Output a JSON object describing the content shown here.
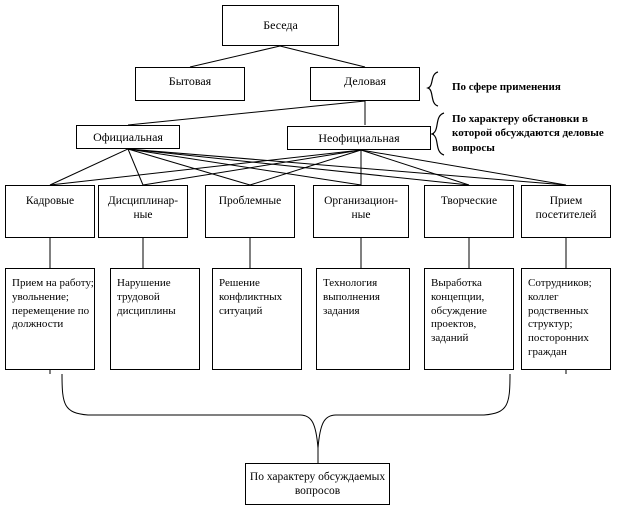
{
  "diagram": {
    "title_node": {
      "label": "Беседа"
    },
    "level1": [
      {
        "label": "Бытовая"
      },
      {
        "label": "Деловая"
      }
    ],
    "level2": [
      {
        "label": "Официальная"
      },
      {
        "label": "Неофициальная"
      }
    ],
    "categories": [
      {
        "label": "Кадровые"
      },
      {
        "label": "Дисциплинар-\nные"
      },
      {
        "label": "Проблемные"
      },
      {
        "label": "Организацион-\nные"
      },
      {
        "label": "Творческие"
      },
      {
        "label": "Прием\nпосетителей"
      }
    ],
    "details": [
      {
        "label": "Прием на работу; увольнение; перемещение по должности"
      },
      {
        "label": "Нарушение трудовой дисциплины"
      },
      {
        "label": "Решение конфликтных ситуаций"
      },
      {
        "label": "Технология выполнения задания"
      },
      {
        "label": "Выработка концепции, обсуждение проектов, заданий"
      },
      {
        "label": "Сотрудников; коллег родственных структур; посторонних граждан"
      }
    ],
    "annotations": [
      {
        "label": "По сфере применения"
      },
      {
        "label": "По характеру обстановки в которой обсуждаются деловые вопросы"
      }
    ],
    "footer_node": {
      "label": "По характеру обсуждаемых вопросов"
    },
    "colors": {
      "line": "#000000",
      "box_border": "#000000",
      "background": "#ffffff",
      "text": "#000000"
    }
  }
}
